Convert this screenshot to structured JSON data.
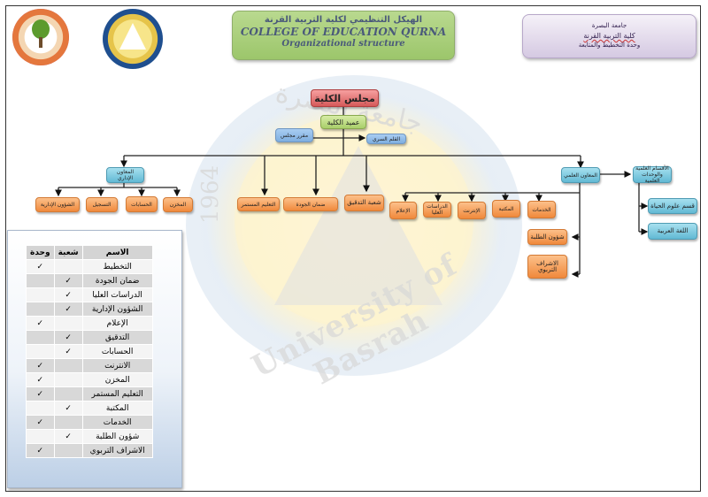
{
  "header": {
    "title_arabic": "الهيكل التنظيمي لكلية التربية القرنة",
    "title_english": "COLLEGE OF EDUCATION QURNA",
    "subtitle": "Organizational structure",
    "university_box": {
      "line1": "جامعة البصرة",
      "line2": "كلية التربية القرنة",
      "line3": "وحدة التخطيط والمتابعة"
    },
    "logos": [
      "college-logo",
      "university-of-basrah-logo"
    ]
  },
  "watermark": {
    "text_en": "University of Basrah",
    "text_ar": "جامعة البصرة",
    "year": "1964"
  },
  "org_chart": {
    "council": "مجلس الكلية",
    "dean": "عميد الكلية",
    "council_rapporteur": "مقرر مجلس",
    "secretary": "القلم السري",
    "admin_assistant": "المعاون الإداري",
    "admin_units": [
      "الشؤون الإدارية",
      "التسجيل",
      "الحسابات",
      "المخزن"
    ],
    "direct_units": [
      "التعليم المستمر",
      "ضمان الجودة",
      "شعبة التدقيق"
    ],
    "scientific_assistant": "المعاون العلمي",
    "scientific_units": [
      "الإعلام",
      "الدراسات العليا",
      "الإنترنت",
      "المكتبة",
      "الخدمات"
    ],
    "student_affairs": "شؤون الطلبة",
    "educational_supervision": "الاشراف التربوي",
    "departments_head": "الأقسام العلمية والوحدات العلمية",
    "departments": [
      "قسم علوم الحياة",
      "اللغة العربية"
    ]
  },
  "units_table": {
    "headers": {
      "name": "الاسم",
      "division": "شعبة",
      "unit": "وحدة"
    },
    "check_symbol": "✓",
    "rows": [
      {
        "name": "التخطيط",
        "division": false,
        "unit": true
      },
      {
        "name": "ضمان الجودة",
        "division": true,
        "unit": false
      },
      {
        "name": "الدراسات العليا",
        "division": true,
        "unit": false
      },
      {
        "name": "الشؤون الإدارية",
        "division": true,
        "unit": false
      },
      {
        "name": "الإعلام",
        "division": false,
        "unit": true
      },
      {
        "name": "التدقيق",
        "division": true,
        "unit": false
      },
      {
        "name": "الحسابات",
        "division": true,
        "unit": false
      },
      {
        "name": "الانترنت",
        "division": false,
        "unit": true
      },
      {
        "name": "المخزن",
        "division": false,
        "unit": true
      },
      {
        "name": "التعليم المستمر",
        "division": false,
        "unit": true
      },
      {
        "name": "المكتبة",
        "division": true,
        "unit": false
      },
      {
        "name": "الخدمات",
        "division": false,
        "unit": true
      },
      {
        "name": "شؤون الطلبة",
        "division": true,
        "unit": false
      },
      {
        "name": "الاشراف التربوي",
        "division": false,
        "unit": true
      }
    ]
  }
}
